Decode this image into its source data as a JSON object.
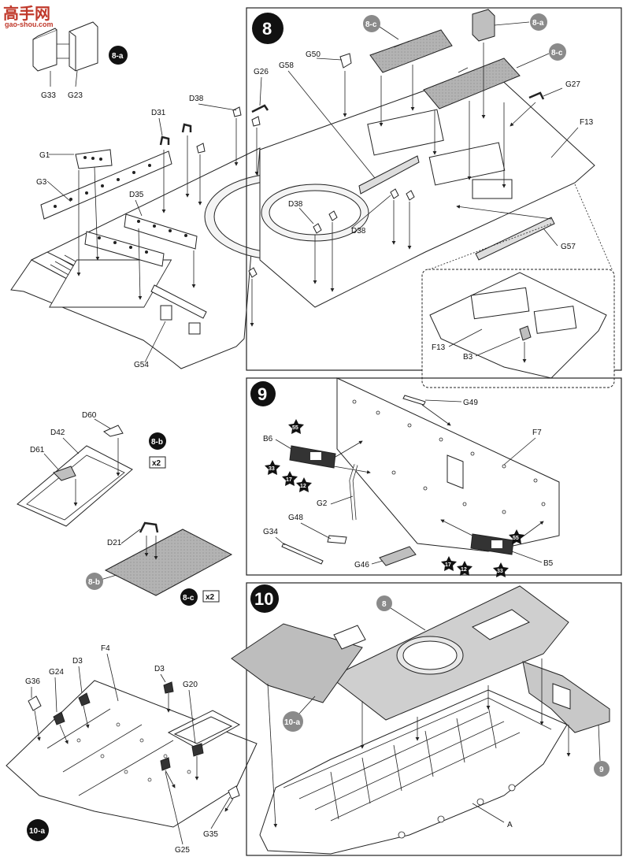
{
  "watermark": {
    "title": "高手网",
    "url": "gao-shou.com"
  },
  "steps": {
    "s8": {
      "number": "8",
      "labels": [
        "8-c",
        "G50",
        "G58",
        "8-a",
        "8-c",
        "G27",
        "F13",
        "G57",
        "D38",
        "D38",
        "F13",
        "B3"
      ]
    },
    "s9": {
      "number": "9",
      "labels": [
        "G49",
        "B6",
        "F7",
        "G2",
        "G48",
        "G34",
        "G46",
        "B5"
      ],
      "paint_refs": [
        "55",
        "33",
        "17",
        "12",
        "55",
        "17",
        "12",
        "33"
      ]
    },
    "s10": {
      "number": "10",
      "labels": [
        "8",
        "10-a",
        "A",
        "9"
      ]
    }
  },
  "sub_assemblies": {
    "a8": {
      "badge": "8-a",
      "labels": [
        "G33",
        "G23"
      ]
    },
    "b8": {
      "badge": "8-b",
      "labels": [
        "D60",
        "D42",
        "D61"
      ],
      "qty": "x2"
    },
    "c8": {
      "badge": "8-c",
      "labels": [
        "D21",
        "8-b"
      ],
      "qty": "x2"
    },
    "a10": {
      "badge": "10-a",
      "labels": [
        "G36",
        "G24",
        "D3",
        "F4",
        "D3",
        "G20",
        "G25",
        "G35"
      ]
    }
  },
  "hull_top": {
    "labels": [
      "G26",
      "D38",
      "D31",
      "G1",
      "G3",
      "D35",
      "G54"
    ]
  }
}
